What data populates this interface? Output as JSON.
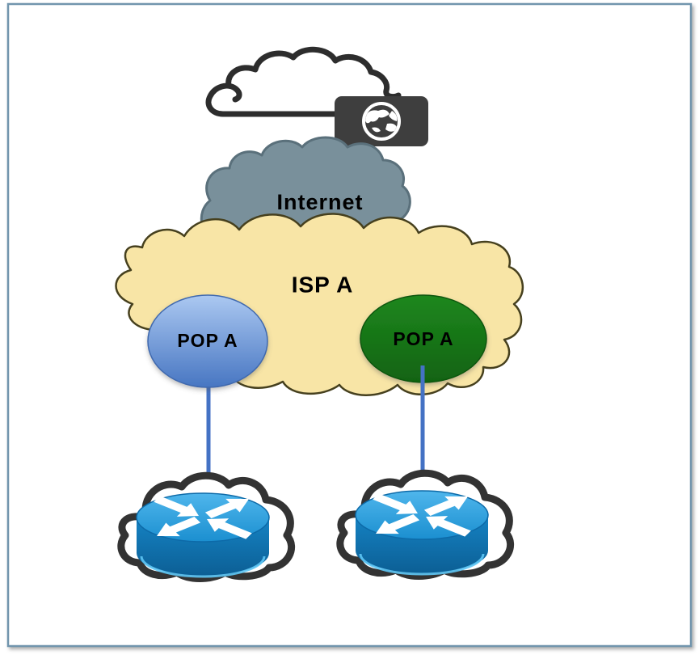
{
  "diagram": {
    "type": "network-topology",
    "labels": {
      "internet_cloud": "Internet",
      "isp_cloud": "ISP A",
      "pop_left": "POP A",
      "pop_right": "POP A"
    },
    "icons": {
      "globe-icon": "white globe glyph on dark rounded badge",
      "wan-cloud-outline-icon": "black cloud outline sketch",
      "internet-cloud-icon": "slate filled cloud",
      "isp-cloud-icon": "tan filled cloud",
      "customer-cloud-icon": "thick black outlined cloud",
      "router-icon": "blue cylinder router with four white crossing arrows"
    },
    "colors": {
      "frame_border": "#7195ad",
      "wan_outline": "#2d2d2d",
      "badge_bg": "#3e3e3e",
      "globe": "#ffffff",
      "internet_fill": "#79909b",
      "internet_stroke": "#5a707b",
      "isp_fill": "#f8e5a6",
      "isp_stroke": "#46401e",
      "pop_blue_top": "#abc8f1",
      "pop_blue_bottom": "#4776c2",
      "pop_blue_stroke": "#3f69ae",
      "pop_green_top": "#1e871e",
      "pop_green_bottom": "#116311",
      "pop_green_stroke": "#0d560d",
      "link_line": "#4472c4",
      "site_cloud_stroke": "#333333",
      "router_top_light": "#4fb6ec",
      "router_top_dark": "#1b8fd0",
      "router_side_top": "#1583c4",
      "router_side_bottom": "#0c5f95",
      "router_arrow": "#ffffff",
      "label_color": "#000000"
    },
    "edges": [
      {
        "from": "pop-a-left",
        "to": "customer-router-left"
      },
      {
        "from": "pop-a-right",
        "to": "customer-router-right"
      },
      {
        "from": "internet-cloud",
        "to": "isp-cloud"
      }
    ]
  }
}
